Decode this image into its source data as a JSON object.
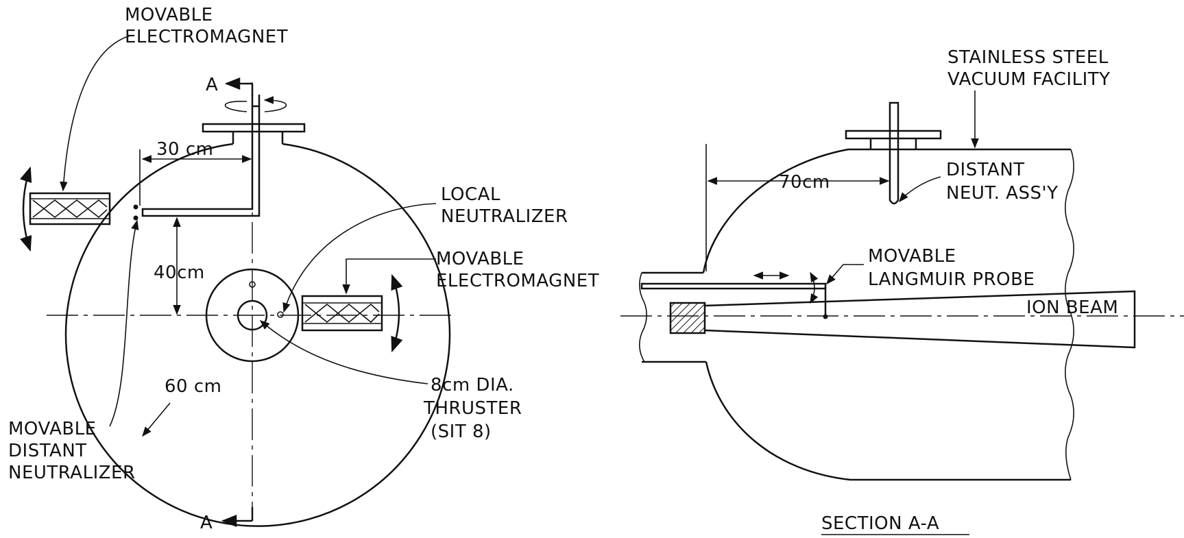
{
  "labels": {
    "movable_electromagnet_top": [
      "MOVABLE",
      "ELECTROMAGNET"
    ],
    "section_marker_top": "A",
    "section_marker_bottom": "A",
    "dim_30cm": "30 cm",
    "dim_40cm": "40cm",
    "dim_60cm": "60 cm",
    "local_neutralizer": [
      "LOCAL",
      "NEUTRALIZER"
    ],
    "movable_electromagnet_right": [
      "MOVABLE",
      "ELECTROMAGNET"
    ],
    "thruster": [
      "8cm DIA.",
      "THRUSTER",
      "(SIT 8)"
    ],
    "movable_distant_neutralizer": [
      "MOVABLE",
      "DISTANT",
      "NEUTRALIZER"
    ],
    "stainless_steel": [
      "STAINLESS STEEL",
      "VACUUM FACILITY"
    ],
    "distant_neut": [
      "DISTANT",
      "NEUT. ASS'Y"
    ],
    "dim_70cm": "70cm",
    "langmuir_probe": [
      "MOVABLE",
      "LANGMUIR PROBE"
    ],
    "ion_beam": "ION BEAM",
    "section_title": "SECTION A-A"
  }
}
